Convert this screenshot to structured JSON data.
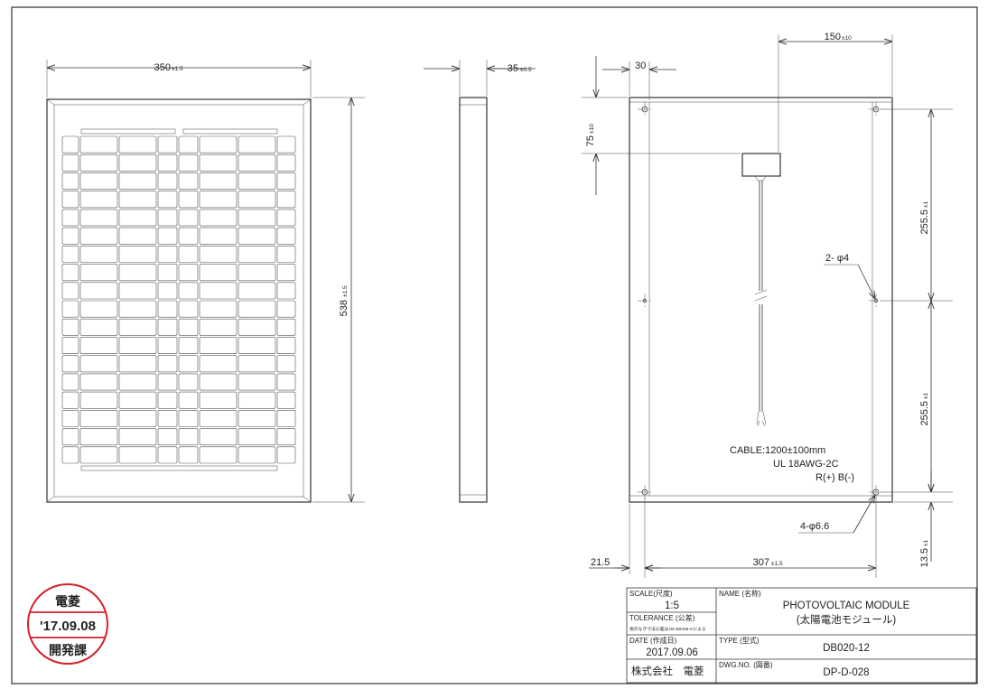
{
  "front_view": {
    "width_dim": "350",
    "width_tol": "±1.5",
    "height_dim": "538",
    "height_tol": "±1.5"
  },
  "side_view": {
    "depth_dim": "35",
    "depth_tol": "±0.5"
  },
  "back_view": {
    "junction_offset_dim": "150",
    "junction_offset_tol": "±10",
    "edge_dim": "30",
    "top_hole_dim": "75",
    "top_hole_tol": "±10",
    "pitch_upper_dim": "255.5",
    "pitch_upper_tol": "±1",
    "pitch_lower_dim": "255.5",
    "pitch_lower_tol": "±1",
    "bottom_dim": "13.5",
    "bottom_tol": "±1",
    "left_dim": "21.5",
    "hole_span_dim": "307",
    "hole_span_tol": "±1.5",
    "small_hole_callout": "2- φ4",
    "mount_hole_callout": "4-φ6.6",
    "cable_spec": [
      "CABLE:1200±100mm",
      "UL 18AWG-2C",
      "R(+) B(-)"
    ]
  },
  "title_block": {
    "scale_label": "SCALE(尺度)",
    "scale_value": "1:5",
    "tolerance_label": "TOLERANCE (公差)",
    "tolerance_note": "指示なき寸法公差はJIS B0405-Cによる",
    "date_label": "DATE (作成日)",
    "date_value": "2017.09.06",
    "company": "株式会社　電菱",
    "name_label": "NAME (名称)",
    "name_value_1": "PHOTOVOLTAIC  MODULE",
    "name_value_2": "(太陽電池モジュール)",
    "type_label": "TYPE (型式)",
    "type_value": "DB020-12",
    "dwg_label": "DWG.NO. (図番)",
    "dwg_value": "DP-D-028"
  },
  "stamp": {
    "top": "電菱",
    "date": "'17.09.08",
    "bottom": "開発課",
    "color": "#d1212a"
  }
}
